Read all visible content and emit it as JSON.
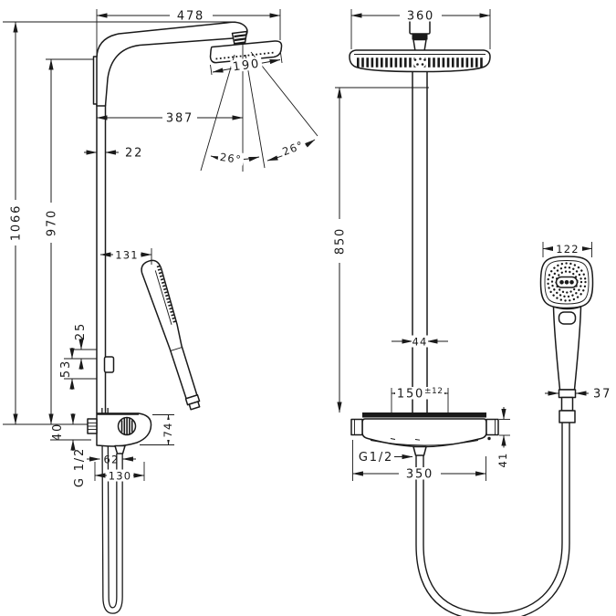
{
  "drawing": {
    "type": "shower-system-installation-dimensions",
    "line_color": "#1a1a1a",
    "background": "#ffffff",
    "left_view": {
      "dim_arm_reach": "478",
      "dim_head_face": "190",
      "dim_wall_to_spray": "387",
      "dim_spray_angle_left": "26°",
      "dim_spray_angle_right": "26°",
      "dim_pipe_depth": "22",
      "dim_total_height": "1066",
      "dim_bracket_height": "970",
      "dim_handshower_offset": "131",
      "dim_holder_offset_upper": "25",
      "dim_holder_offset_lower": "53",
      "dim_inlet_drop": "40",
      "thread_label": "G 1/2",
      "dim_outlet_offset": "62",
      "dim_body_depth": "130",
      "dim_body_height": "74"
    },
    "right_view": {
      "dim_head_width": "360",
      "dim_column_height": "850",
      "dim_handshower_width": "122",
      "dim_column_width": "44",
      "dim_inlet_spacing_base": "150",
      "dim_inlet_spacing_tol": "±12",
      "dim_hose_nut_width": "37",
      "thread_label": "G1/2",
      "dim_body_width": "350",
      "dim_fitting_height": "41"
    }
  }
}
